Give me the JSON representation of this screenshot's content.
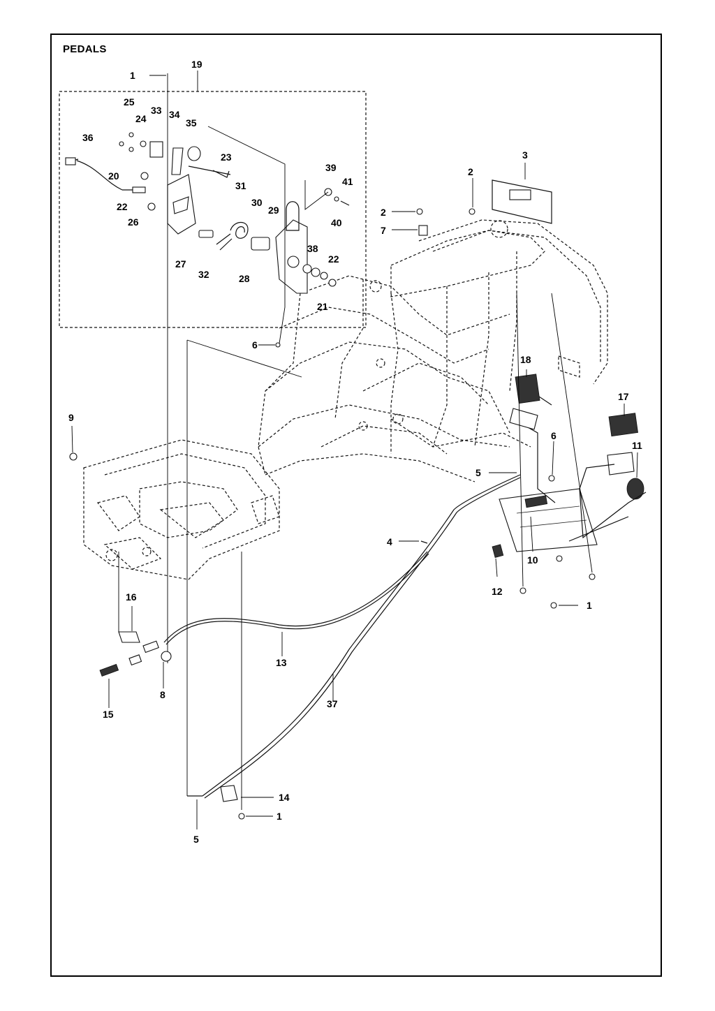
{
  "title": "PEDALS",
  "callouts": [
    {
      "id": "c1a",
      "label": "1"
    },
    {
      "id": "c19",
      "label": "19"
    },
    {
      "id": "c25",
      "label": "25"
    },
    {
      "id": "c24",
      "label": "24"
    },
    {
      "id": "c33",
      "label": "33"
    },
    {
      "id": "c34",
      "label": "34"
    },
    {
      "id": "c35",
      "label": "35"
    },
    {
      "id": "c36",
      "label": "36"
    },
    {
      "id": "c23",
      "label": "23"
    },
    {
      "id": "c20",
      "label": "20"
    },
    {
      "id": "c31",
      "label": "31"
    },
    {
      "id": "c39",
      "label": "39"
    },
    {
      "id": "c41",
      "label": "41"
    },
    {
      "id": "c22a",
      "label": "22"
    },
    {
      "id": "c30",
      "label": "30"
    },
    {
      "id": "c29",
      "label": "29"
    },
    {
      "id": "c40",
      "label": "40"
    },
    {
      "id": "c26",
      "label": "26"
    },
    {
      "id": "c38",
      "label": "38"
    },
    {
      "id": "c22b",
      "label": "22"
    },
    {
      "id": "c27",
      "label": "27"
    },
    {
      "id": "c32",
      "label": "32"
    },
    {
      "id": "c28",
      "label": "28"
    },
    {
      "id": "c21",
      "label": "21"
    },
    {
      "id": "c6a",
      "label": "6"
    },
    {
      "id": "c3",
      "label": "3"
    },
    {
      "id": "c2a",
      "label": "2"
    },
    {
      "id": "c2b",
      "label": "2"
    },
    {
      "id": "c7",
      "label": "7"
    },
    {
      "id": "c18",
      "label": "18"
    },
    {
      "id": "c17",
      "label": "17"
    },
    {
      "id": "c9",
      "label": "9"
    },
    {
      "id": "c6b",
      "label": "6"
    },
    {
      "id": "c11",
      "label": "11"
    },
    {
      "id": "c5a",
      "label": "5"
    },
    {
      "id": "c4",
      "label": "4"
    },
    {
      "id": "c10",
      "label": "10"
    },
    {
      "id": "c12",
      "label": "12"
    },
    {
      "id": "c1b",
      "label": "1"
    },
    {
      "id": "c16",
      "label": "16"
    },
    {
      "id": "c13",
      "label": "13"
    },
    {
      "id": "c8",
      "label": "8"
    },
    {
      "id": "c15",
      "label": "15"
    },
    {
      "id": "c37",
      "label": "37"
    },
    {
      "id": "c14",
      "label": "14"
    },
    {
      "id": "c1c",
      "label": "1"
    },
    {
      "id": "c5b",
      "label": "5"
    }
  ]
}
